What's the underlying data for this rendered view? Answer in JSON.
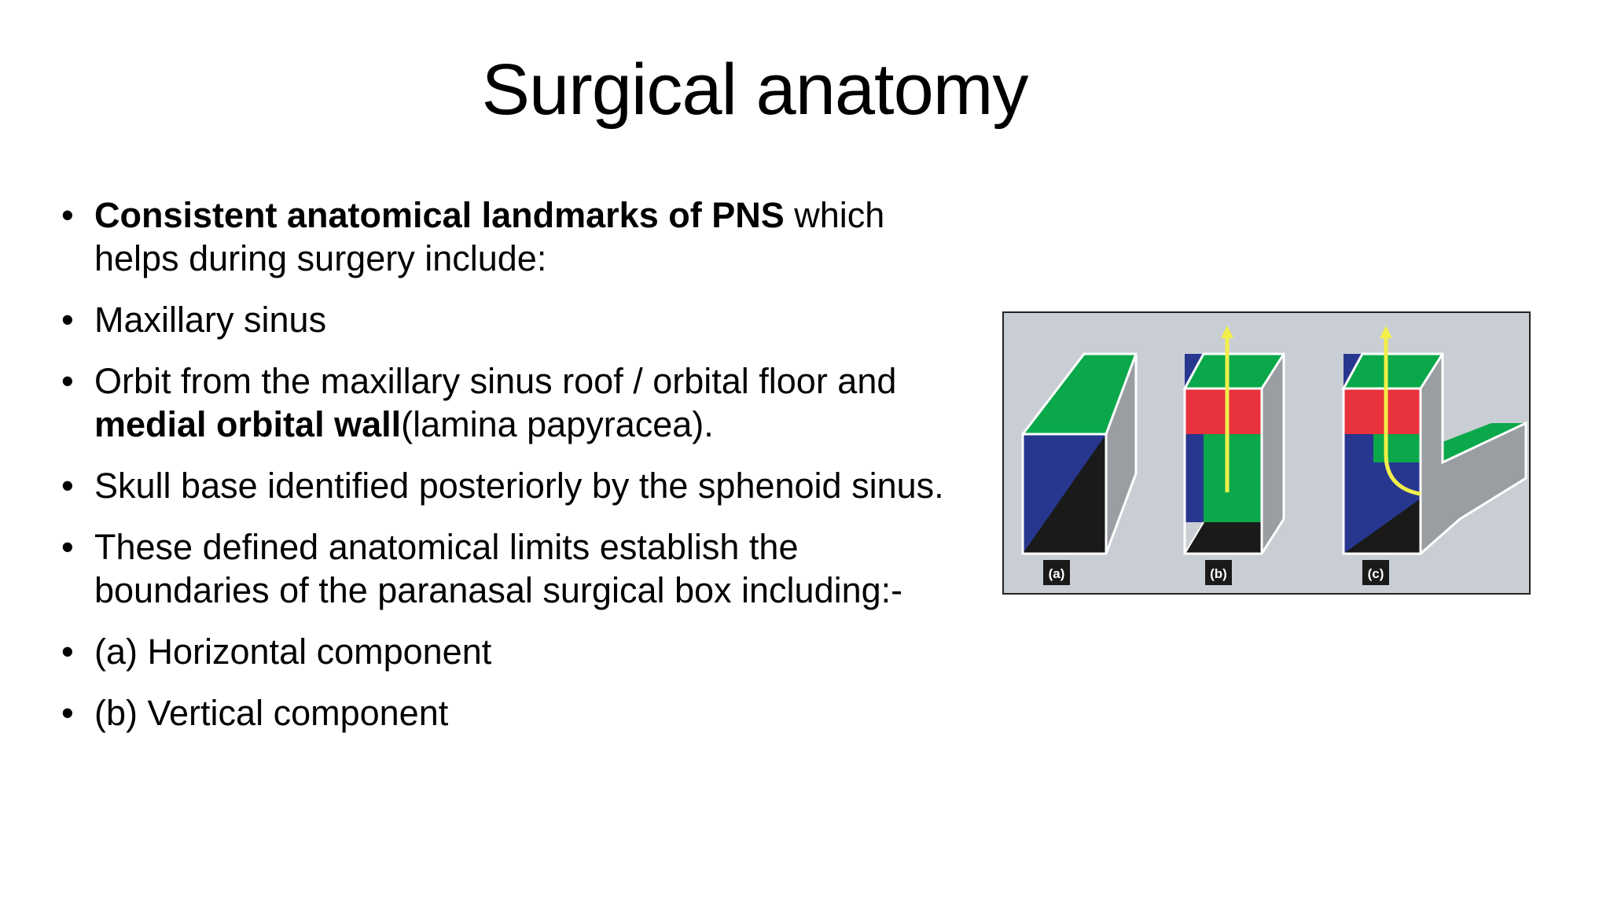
{
  "slide": {
    "title": "Surgical anatomy"
  },
  "bullets": [
    {
      "bold": "Consistent anatomical landmarks of PNS",
      "text": " which helps during surgery include:"
    },
    {
      "text": "Maxillary sinus"
    },
    {
      "text_before": "Orbit from the maxillary sinus roof / orbital floor and ",
      "bold": "medial orbital wall",
      "text_after": "(lamina papyracea)."
    },
    {
      "text": "Skull base identified posteriorly by the sphenoid sinus."
    },
    {
      "text": "These defined anatomical limits establish the boundaries of the paranasal surgical box including:-"
    },
    {
      "text": "(a) Horizontal component"
    },
    {
      "text": "(b) Vertical component"
    }
  ],
  "bullet_glyph": "•",
  "figure": {
    "labels": [
      "(a)",
      "(b)",
      "(c)"
    ],
    "colors": {
      "background": "#c9ced4",
      "blue": "#27378f",
      "green": "#0aa84a",
      "black": "#1a1a1a",
      "red": "#e8323c",
      "gray": "#9a9ea3",
      "yellow": "#f2ef4a"
    }
  }
}
